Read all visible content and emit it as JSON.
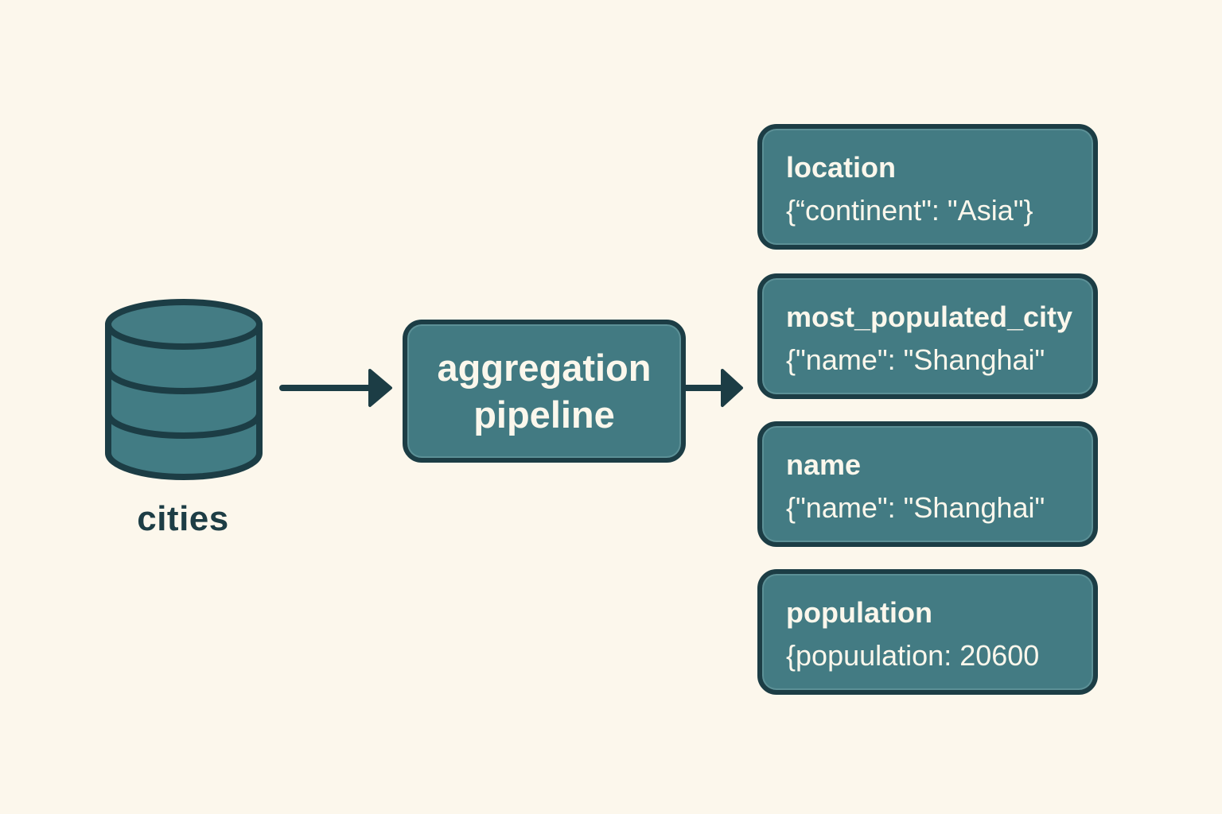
{
  "colors": {
    "background": "#fcf7ec",
    "fill": "#437b83",
    "stroke": "#1c3d45",
    "text_light": "#fbf7ec",
    "text_dark": "#1d3d45"
  },
  "source": {
    "icon": "database-icon",
    "label": "cities"
  },
  "pipeline": {
    "line1": "aggregation",
    "line2": "pipeline"
  },
  "outputs": [
    {
      "title": "location",
      "value": "{“continent\": \"Asia\"}"
    },
    {
      "title": "most_populated_city",
      "value": "{\"name\": \"Shanghai\""
    },
    {
      "title": "name",
      "value": "{\"name\": \"Shanghai\""
    },
    {
      "title": "population",
      "value": "{popuulation: 20600"
    }
  ],
  "edges": [
    {
      "from": "cities",
      "to": "aggregation pipeline"
    },
    {
      "from": "aggregation pipeline",
      "to": "outputs"
    }
  ]
}
